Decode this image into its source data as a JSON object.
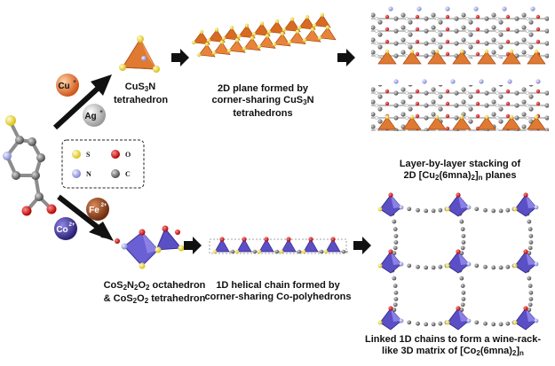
{
  "ions": {
    "cu": {
      "symbol": "Cu",
      "charge": "+",
      "color": "#e8762c"
    },
    "ag": {
      "symbol": "Ag",
      "charge": "+",
      "color": "#c8c8c8"
    },
    "fe": {
      "symbol": "Fe",
      "charge": "2+",
      "color": "#9a4a1e"
    },
    "co": {
      "symbol": "Co",
      "charge": "2+",
      "color": "#4a3fa8"
    }
  },
  "legend": {
    "s": {
      "symbol": "S",
      "color": "#f4e23a"
    },
    "o": {
      "symbol": "O",
      "color": "#d21f1f"
    },
    "n": {
      "symbol": "N",
      "color": "#a9aee6"
    },
    "c": {
      "symbol": "C",
      "color": "#7f7f7f"
    }
  },
  "captions": {
    "cus3n": {
      "l1_a": "CuS",
      "l1_sub": "3",
      "l1_b": "N",
      "l2": "tetrahedron"
    },
    "plane2d": {
      "l1": "2D plane formed by",
      "l2_a": "corner-sharing CuS",
      "l2_sub": "3",
      "l2_b": "N tetrahedrons"
    },
    "layers": {
      "l1": "Layer-by-layer stacking of",
      "l2_a": "2D [Cu",
      "l2_sub1": "2",
      "l2_b": "(6mna)",
      "l2_sub2": "2",
      "l2_c": "]",
      "l2_sub3": "n",
      "l2_d": " planes"
    },
    "coocta": {
      "l1_a": "CoS",
      "l1_sub1": "2",
      "l1_b": "N",
      "l1_sub2": "2",
      "l1_c": "O",
      "l1_sub3": "2",
      "l1_d": " octahedron",
      "l2_a": "& CoS",
      "l2_sub1": "2",
      "l2_b": "O",
      "l2_sub2": "2",
      "l2_c": " tetrahedron"
    },
    "helix1d": {
      "l1": "1D helical chain formed by",
      "l2": "corner-sharing Co-polyhedrons"
    },
    "matrix3d": {
      "l1": "Linked 1D chains to form a wine-rack-",
      "l2_a": "like 3D matrix of [Co",
      "l2_sub1": "2",
      "l2_b": "(6mna)",
      "l2_sub2": "2",
      "l2_c": "]",
      "l2_sub3": "n"
    }
  }
}
